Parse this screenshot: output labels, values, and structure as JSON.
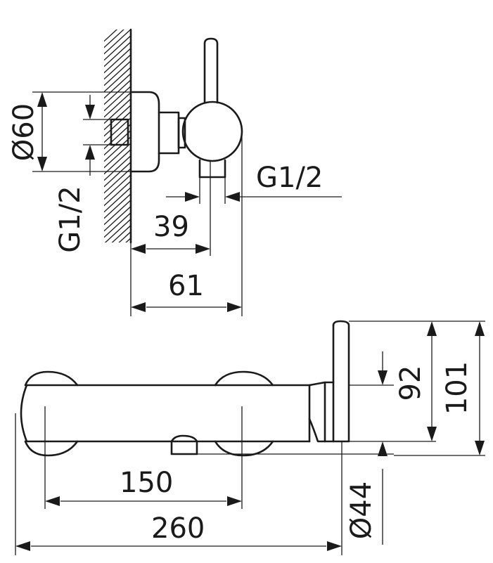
{
  "labels": {
    "top_dia60": "Ø60",
    "top_thread_left": "G1/2",
    "top_thread_right": "G1/2",
    "top_dim39": "39",
    "top_dim61": "61",
    "front_dim92": "92",
    "front_dim101": "101",
    "front_dim150": "150",
    "front_dim260": "260",
    "front_dia44": "Ø44"
  },
  "colors": {
    "line": "#1a1a1a",
    "background": "#ffffff"
  }
}
